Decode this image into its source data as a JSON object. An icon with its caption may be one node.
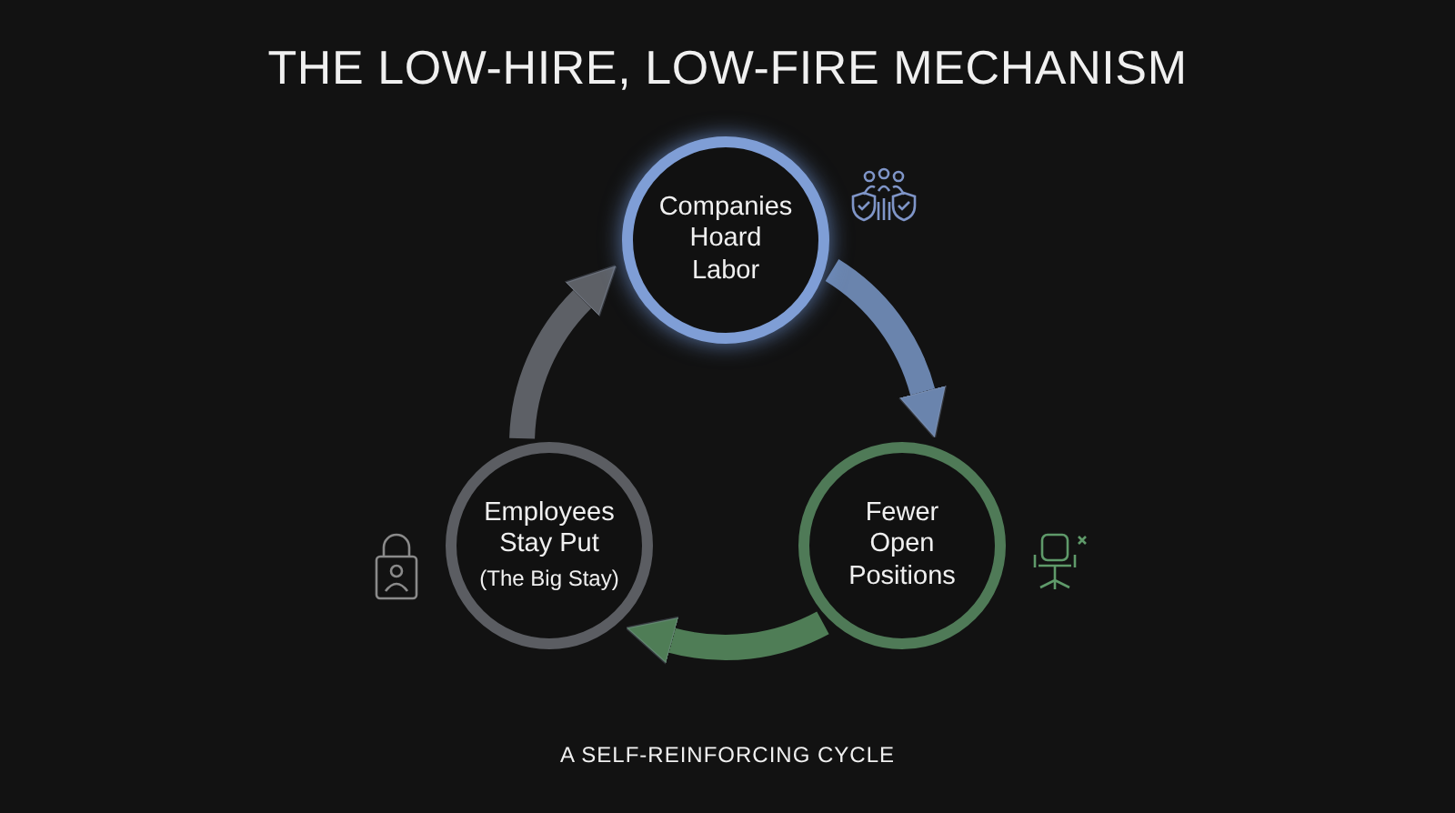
{
  "diagram": {
    "title": "THE LOW-HIRE, LOW-FIRE MECHANISM",
    "caption": "A SELF-REINFORCING CYCLE",
    "nodes": [
      {
        "text": [
          "Companies Hoard Labor"
        ]
      },
      {
        "text": [
          "Employees Stay Put",
          "(The Big Stay)"
        ]
      },
      {
        "text": [
          "Fewer Open Positions"
        ]
      }
    ],
    "edges": [
      {
        "from": 0,
        "to": 2,
        "arrow": "to",
        "color": "#6a84ad"
      },
      {
        "from": 2,
        "to": 1,
        "arrow": "to",
        "color": "#4f7d56"
      },
      {
        "from": 1,
        "to": 0,
        "arrow": "to",
        "color": "#5d6066"
      }
    ]
  }
}
